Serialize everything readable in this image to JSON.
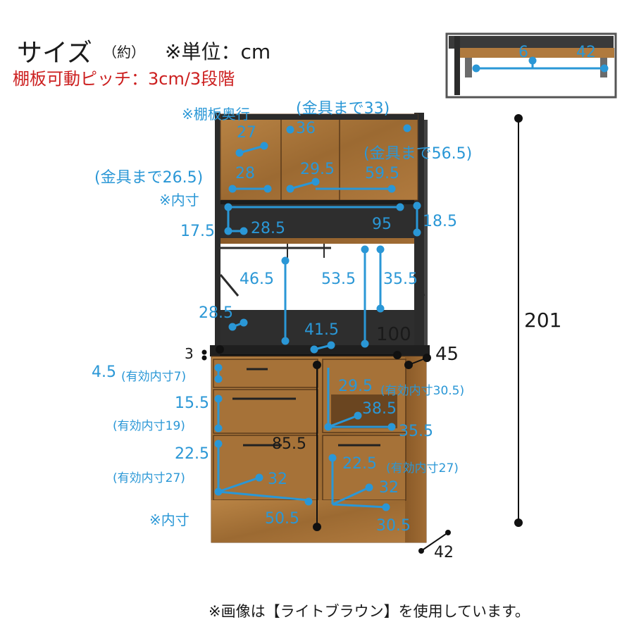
{
  "header": {
    "title_size": "サイズ",
    "title_approx": "（約）",
    "unit_label": "※単位：cm",
    "shelf_pitch": "棚板可動ピッチ：3cm/3段階"
  },
  "notes": {
    "shelf_depth": "※棚板奥行",
    "inner_top": "※内寸",
    "inner_bottom": "※内寸",
    "footer": "※画像は【ライトブラウン】を使用しています。"
  },
  "colors": {
    "dimension_blue": "#2a97d6",
    "wood": "#a87438",
    "frame": "#2b2b2b",
    "red_note": "#cc1f1f"
  },
  "inset": {
    "left": "6",
    "right": "42"
  },
  "upper_dims": {
    "to_fitting_33": "(金具まで33)",
    "d27": "27",
    "d36": "36",
    "to_fitting_56_5": "(金具まで56.5)",
    "to_fitting_26_5": "(金具まで26.5)",
    "d28": "28",
    "d29_5": "29.5",
    "d59_5": "59.5",
    "d17_5": "17.5",
    "d28_5_top": "28.5",
    "d95": "95",
    "d18_5": "18.5",
    "d46_5": "46.5",
    "d53_5": "53.5",
    "d35_5": "35.5",
    "d28_5_mid": "28.5",
    "d41_5": "41.5"
  },
  "main_dims": {
    "width": "100",
    "height": "201",
    "depth": "45",
    "d3": "3",
    "base_depth": "42",
    "d85_5": "85.5"
  },
  "lower_dims": {
    "d4_5": "4.5",
    "eff7": "(有効内寸7)",
    "d15_5": "15.5",
    "eff19": "(有効内寸19)",
    "d22_5_left": "22.5",
    "eff27_left": "(有効内寸27)",
    "d32_left": "32",
    "d50_5": "50.5",
    "d29_5": "29.5",
    "eff30_5": "(有効内寸30.5)",
    "d38_5": "38.5",
    "d35_5": "35.5",
    "d22_5_right": "22.5",
    "eff27_right": "(有効内寸27)",
    "d32_right": "32",
    "d30_5": "30.5"
  }
}
